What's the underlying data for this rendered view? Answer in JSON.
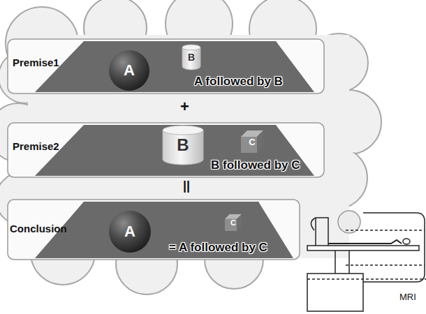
{
  "diagram": {
    "nodes": [
      {
        "text": [
          "Premise1",
          "A followed by B"
        ]
      },
      {
        "text": [
          "A"
        ],
        "in": 0
      },
      {
        "text": [
          "B"
        ],
        "in": 0
      },
      {
        "text": [
          "Premise2",
          "B followed by C"
        ]
      },
      {
        "text": [
          "B"
        ],
        "in": 3
      },
      {
        "text": [
          "C"
        ],
        "in": 3
      },
      {
        "text": [
          "Conclusion",
          "= A followed by C"
        ]
      },
      {
        "text": [
          "A"
        ],
        "in": 6
      },
      {
        "text": [
          "C"
        ],
        "in": 6
      }
    ],
    "labels": [
      "+",
      "||",
      "MRI"
    ]
  }
}
